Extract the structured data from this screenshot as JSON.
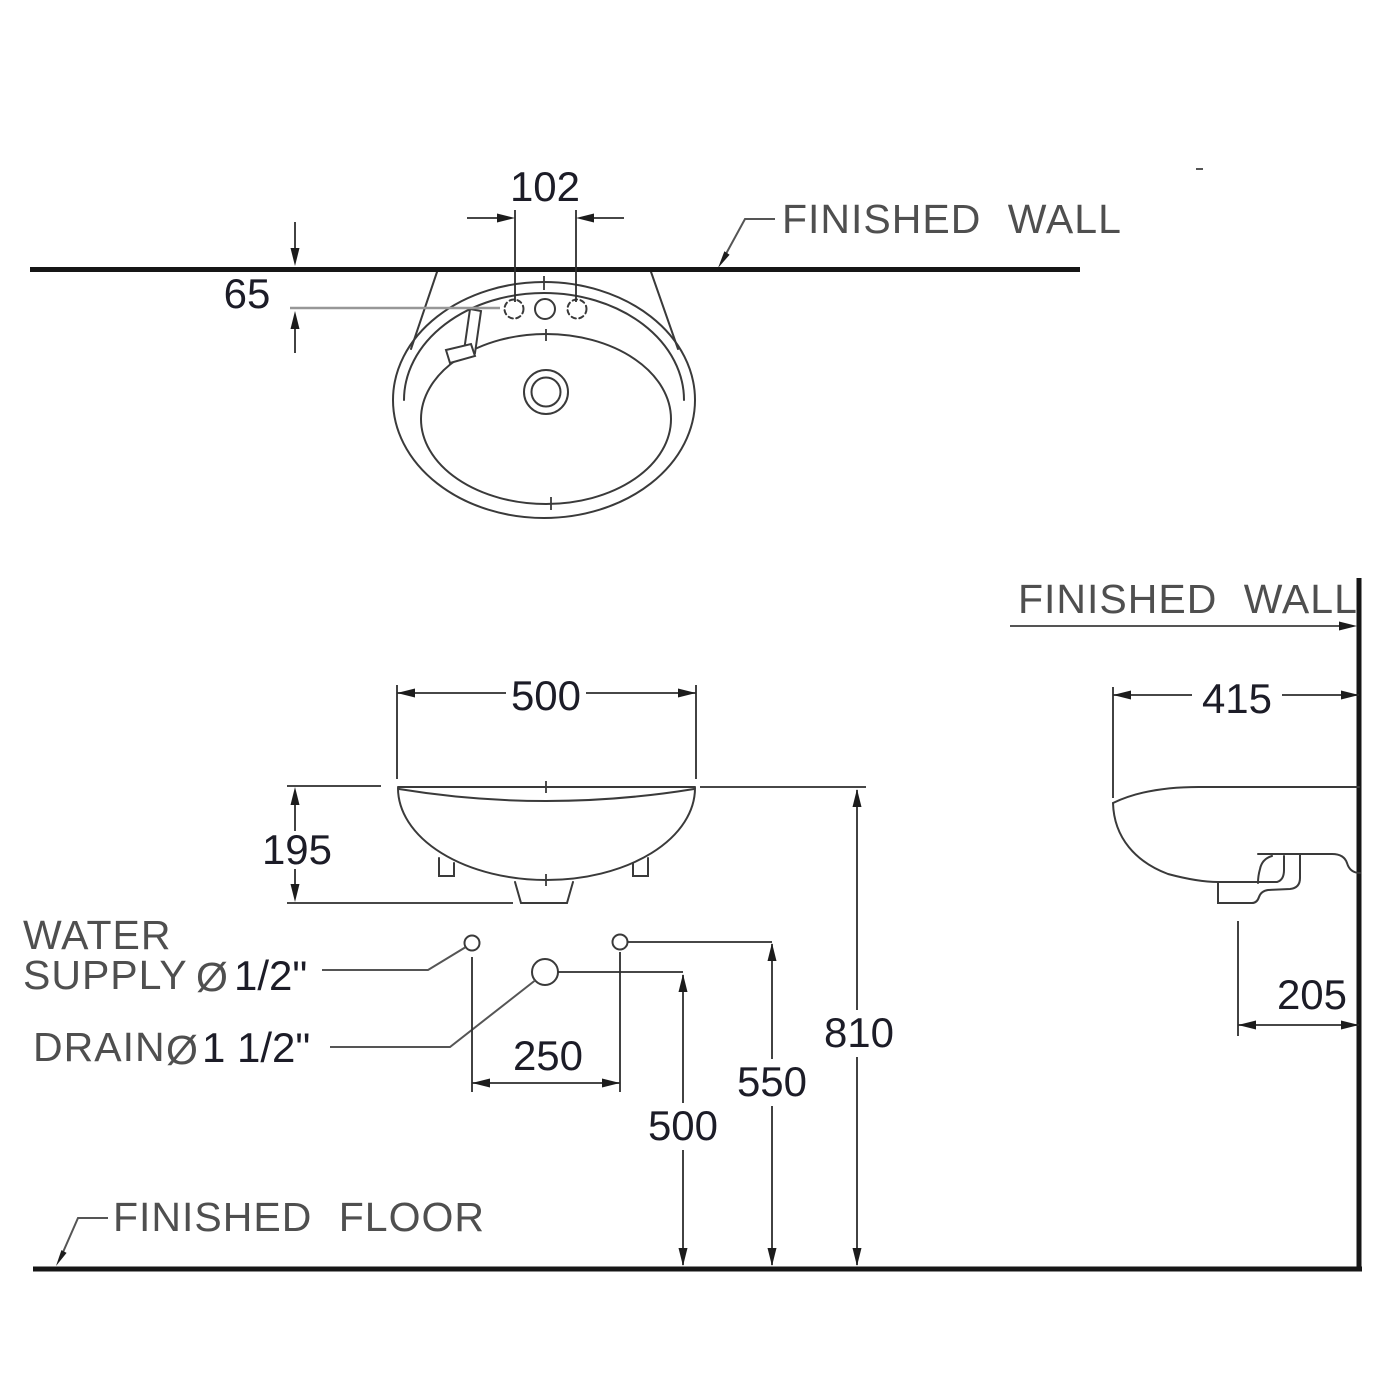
{
  "drawing": {
    "background": "#ffffff",
    "line_color": "#3a3a3a",
    "heavy_line_color": "#161616",
    "label_color": "#4f4f4f",
    "number_color": "#1c1c27"
  },
  "top_view": {
    "wall_label": "FINISHED WALL",
    "hole_spacing": "102",
    "hole_setback": "65"
  },
  "front_view": {
    "width": "500",
    "basin_depth": "195",
    "water_supply_line1": "WATER",
    "water_supply_line2": "SUPPLY",
    "water_supply_symbol": "Ø",
    "water_supply_size": "1/2\"",
    "drain_label": "DRAIN",
    "drain_symbol": "Ø",
    "drain_size": "1 1/2\"",
    "supply_spacing": "250",
    "drain_height": "500",
    "supply_height": "550",
    "rim_height": "810",
    "floor_label": "FINISHED FLOOR"
  },
  "side_view": {
    "wall_label": "FINISHED WALL",
    "depth_from_wall": "415",
    "drain_to_wall": "205"
  }
}
